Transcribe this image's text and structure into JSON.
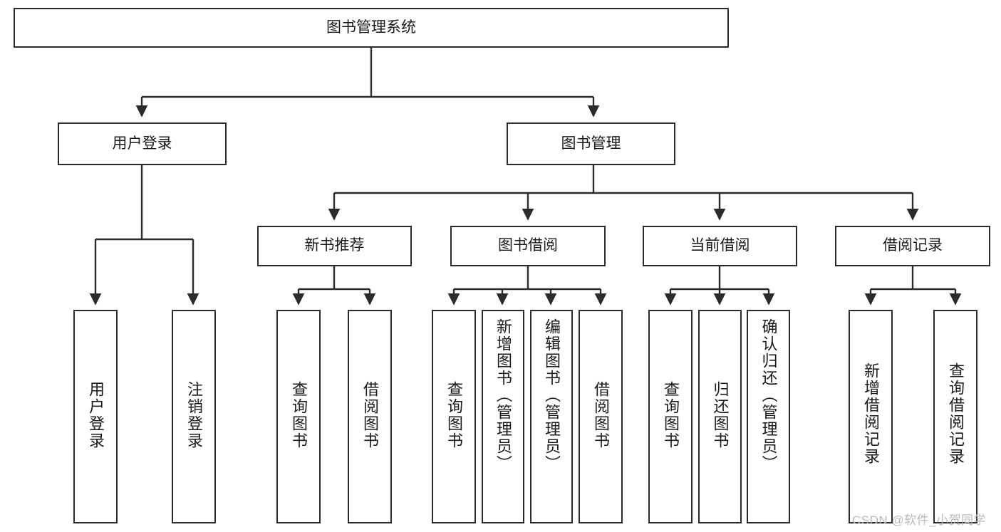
{
  "diagram": {
    "type": "tree-hierarchy-chart",
    "root": {
      "label": "图书管理系统"
    },
    "level2": [
      {
        "id": "user-login",
        "label": "用户登录"
      },
      {
        "id": "book-management",
        "label": "图书管理"
      }
    ],
    "level3": [
      {
        "id": "new-book-recommend",
        "label": "新书推荐",
        "parent": "book-management"
      },
      {
        "id": "book-borrow",
        "label": "图书借阅",
        "parent": "book-management"
      },
      {
        "id": "current-borrow",
        "label": "当前借阅",
        "parent": "book-management"
      },
      {
        "id": "borrow-record",
        "label": "借阅记录",
        "parent": "book-management"
      }
    ],
    "leaves": [
      {
        "id": "leaf-user-login",
        "label": "用户登录",
        "parent": "user-login"
      },
      {
        "id": "leaf-logout-login",
        "label": "注销登录",
        "parent": "user-login"
      },
      {
        "id": "leaf-query-book-1",
        "label": "查询图书",
        "parent": "new-book-recommend"
      },
      {
        "id": "leaf-borrow-book-1",
        "label": "借阅图书",
        "parent": "new-book-recommend"
      },
      {
        "id": "leaf-query-book-2",
        "label": "查询图书",
        "parent": "book-borrow"
      },
      {
        "id": "leaf-add-book",
        "label": "新增图书（管理员）",
        "parent": "book-borrow"
      },
      {
        "id": "leaf-edit-book",
        "label": "编辑图书（管理员）",
        "parent": "book-borrow"
      },
      {
        "id": "leaf-borrow-book-2",
        "label": "借阅图书",
        "parent": "book-borrow"
      },
      {
        "id": "leaf-query-book-3",
        "label": "查询图书",
        "parent": "current-borrow"
      },
      {
        "id": "leaf-return-book",
        "label": "归还图书",
        "parent": "current-borrow"
      },
      {
        "id": "leaf-confirm-return",
        "label": "确认归还（管理员）",
        "parent": "current-borrow"
      },
      {
        "id": "leaf-add-record",
        "label": "新增借阅记录",
        "parent": "borrow-record"
      },
      {
        "id": "leaf-query-record",
        "label": "查询借阅记录",
        "parent": "borrow-record"
      }
    ],
    "colors": {
      "stroke": "#2b2b2b",
      "background": "#ffffff",
      "text": "#1a1a1a",
      "watermark": "#b9b9b9"
    }
  },
  "watermark": {
    "text": "CSDN @软件_小贺同学"
  }
}
